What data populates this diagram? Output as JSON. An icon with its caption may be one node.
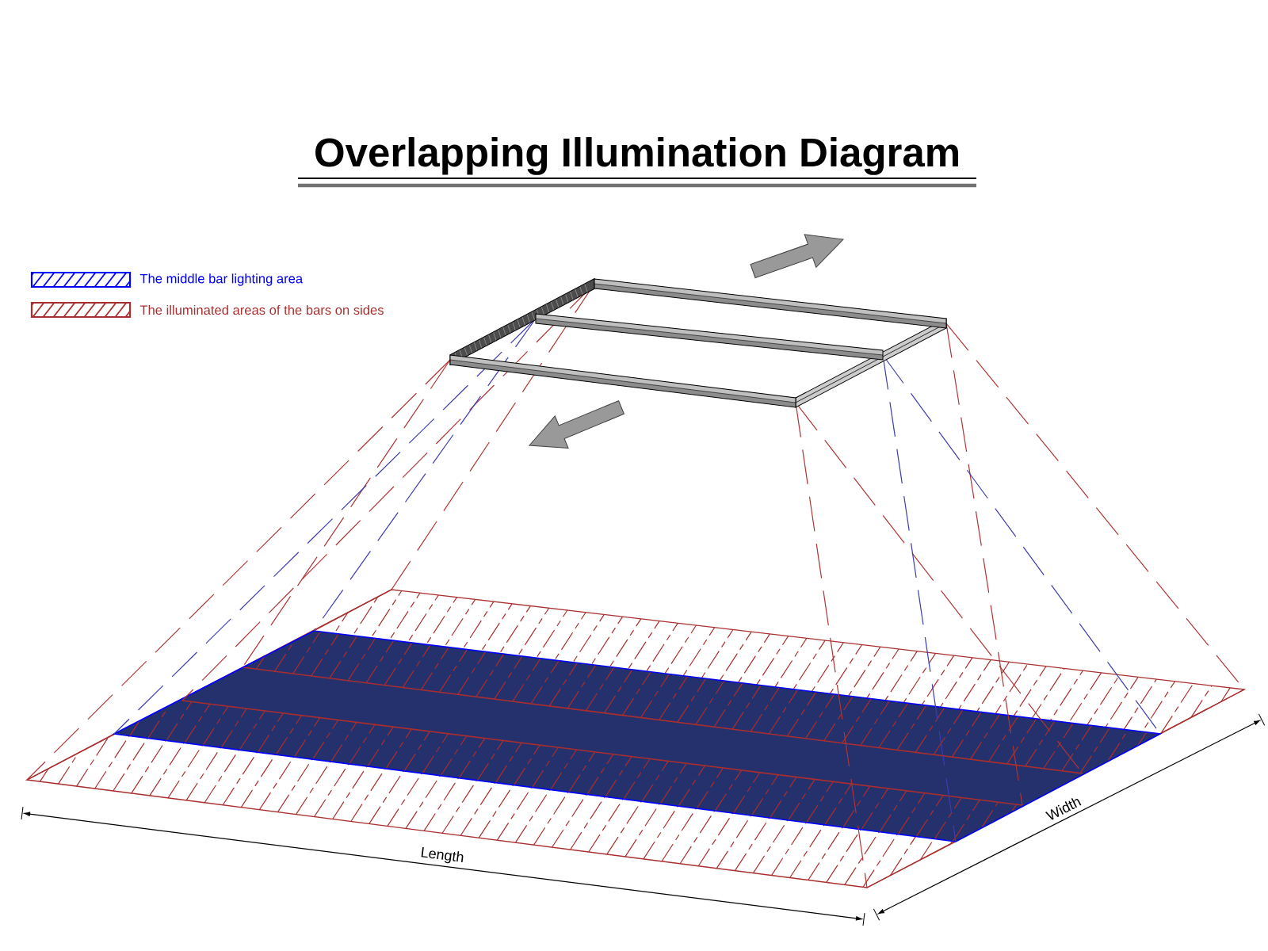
{
  "diagram": {
    "title": "Overlapping Illumination Diagram",
    "labels": [
      "Width",
      "Length"
    ],
    "legend": [
      {
        "text": "The middle bar lighting area",
        "color": "#0000ff"
      },
      {
        "text": "The illuminated areas of the bars on sides",
        "color": "#aa2e2e"
      }
    ]
  }
}
